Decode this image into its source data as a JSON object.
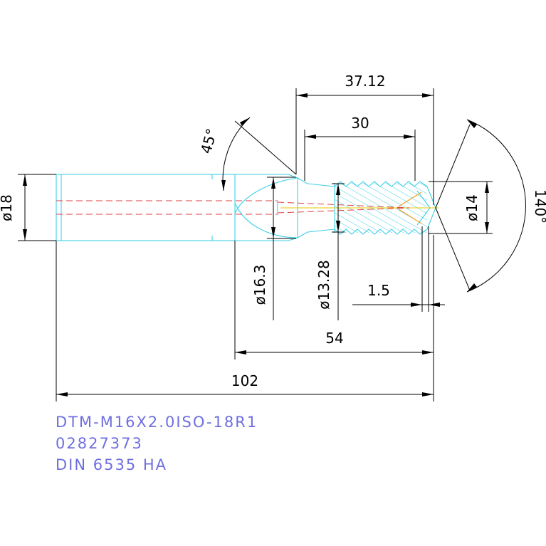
{
  "dimensions": {
    "length_37_12": "37.12",
    "length_30": "30",
    "angle_45": "45°",
    "angle_140": "140°",
    "dia_18": "ø18",
    "dia_16_3": "ø16.3",
    "dia_13_28": "ø13.28",
    "dia_14": "ø14",
    "length_1_5": "1.5",
    "length_54": "54",
    "length_102": "102"
  },
  "title_block": {
    "part_code": "DTM-M16X2.0ISO-18R1",
    "article_number": "02827373",
    "standard": "DIN 6535 HA"
  },
  "colors": {
    "outline": "#3fd0e6",
    "coolant_channel": "#e04040",
    "dimension": "#000000",
    "title_text": "#6f6fe0"
  }
}
